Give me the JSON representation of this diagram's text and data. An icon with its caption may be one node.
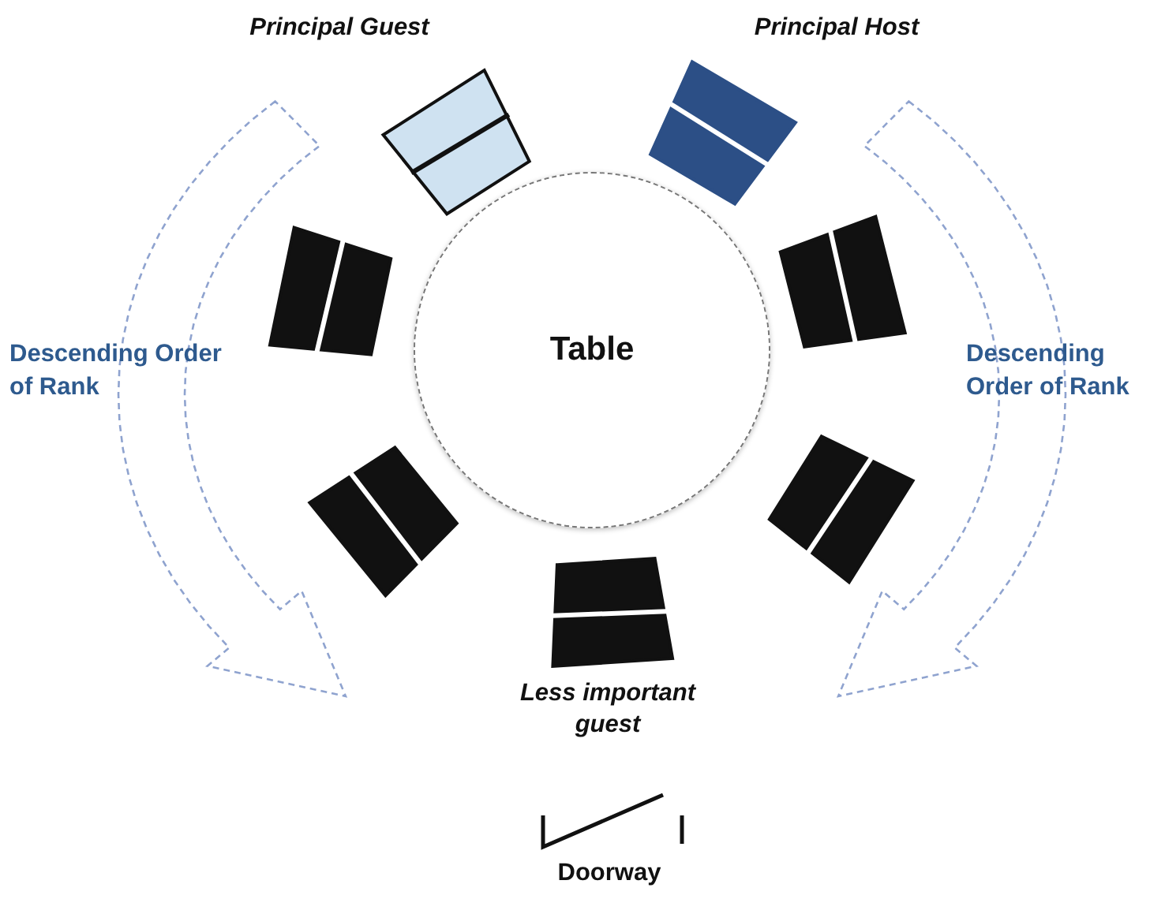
{
  "diagram": {
    "nodes": [
      {
        "text": [],
        "shape": "chair",
        "beside": [
          "Principal Guest"
        ]
      },
      {
        "text": [],
        "shape": "chair",
        "beside": [
          "Principal Host"
        ]
      },
      {
        "text": [
          "Table"
        ]
      },
      {
        "text": [],
        "shape": "chair"
      },
      {
        "text": [],
        "shape": "chair"
      },
      {
        "text": [],
        "shape": "chair"
      },
      {
        "text": [],
        "shape": "chair"
      },
      {
        "text": [],
        "shape": "chair",
        "beside": [
          "Less important guest"
        ]
      }
    ],
    "labels": [
      "Descending Order of Rank",
      "Descending Order of Rank",
      "Doorway"
    ]
  }
}
